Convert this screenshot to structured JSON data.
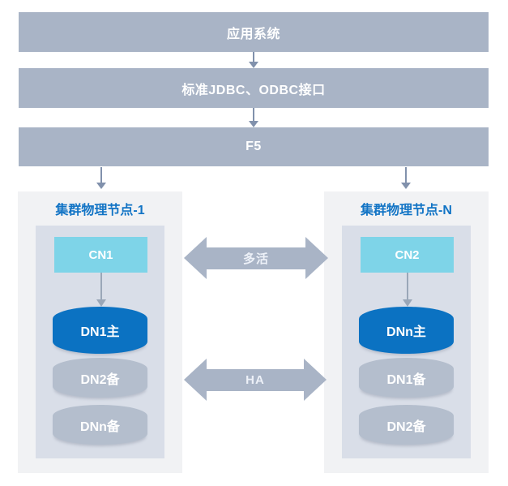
{
  "bars": [
    {
      "label": "应用系统"
    },
    {
      "label": "标准JDBC、ODBC接口"
    },
    {
      "label": "F5"
    }
  ],
  "clusters": [
    {
      "title": "集群物理节点-1",
      "cn_label": "CN1",
      "dn_primary_label": "DN1主",
      "dn_standby_labels": [
        "DN2备",
        "DNn备"
      ]
    },
    {
      "title": "集群物理节点-N",
      "cn_label": "CN2",
      "dn_primary_label": "DNn主",
      "dn_standby_labels": [
        "DN1备",
        "DN2备"
      ]
    }
  ],
  "connectors": [
    {
      "label": "多活"
    },
    {
      "label": "HA"
    }
  ],
  "colors": {
    "bar_bg": "#a9b4c6",
    "bar_text": "#ffffff",
    "flow_arrow": "#8191ac",
    "cn_arrow": "#9aa7b8",
    "cluster_outer_bg": "#f1f2f4",
    "cluster_inner_bg": "#d9dee8",
    "cluster_title": "#1274c5",
    "cn_bg": "#7ed4e8",
    "dn_primary_bg": "#0b72c2",
    "dn_standby_bg": "#b4becd",
    "node_text": "#ffffff",
    "connector_bg": "#a9b4c6",
    "connector_text": "#edf1f8"
  }
}
